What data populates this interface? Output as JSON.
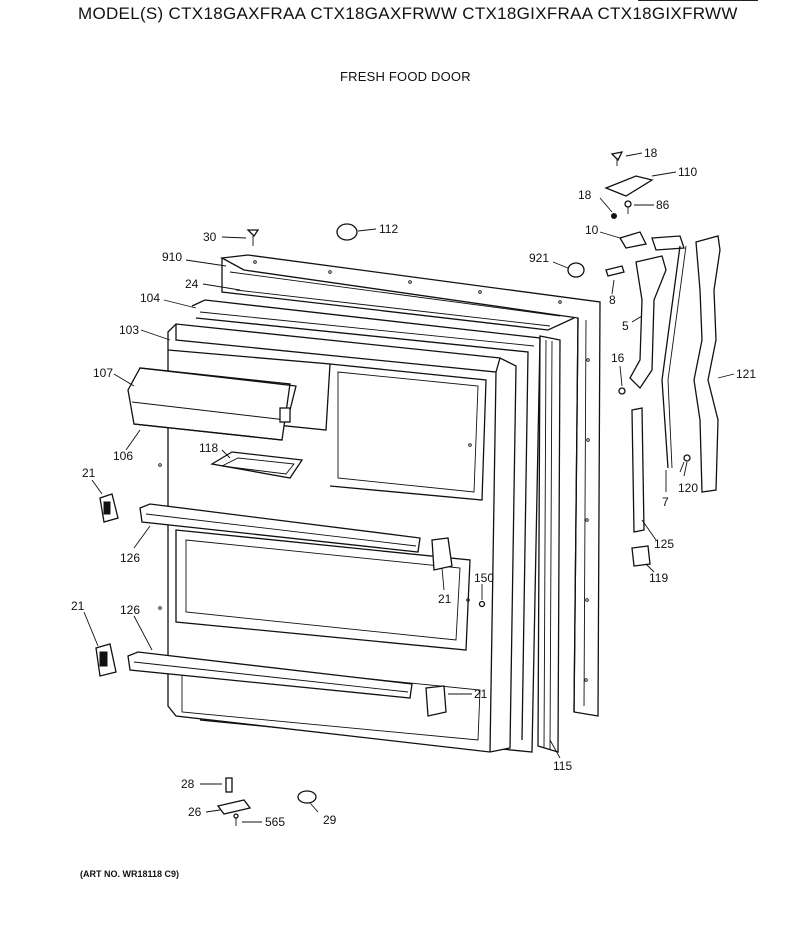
{
  "header": {
    "models": "MODEL(S) CTX18GAXFRAA  CTX18GAXFRWW  CTX18GIXFRAA  CTX18GIXFRWW",
    "section_title": "FRESH FOOD DOOR"
  },
  "footer": {
    "art_number": "(ART NO. WR18118 C9)"
  },
  "parts": [
    {
      "id": "18a",
      "label": "18"
    },
    {
      "id": "110",
      "label": "110"
    },
    {
      "id": "18b",
      "label": "18"
    },
    {
      "id": "86",
      "label": "86"
    },
    {
      "id": "30",
      "label": "30"
    },
    {
      "id": "112",
      "label": "112"
    },
    {
      "id": "10",
      "label": "10"
    },
    {
      "id": "910",
      "label": "910"
    },
    {
      "id": "921",
      "label": "921"
    },
    {
      "id": "24",
      "label": "24"
    },
    {
      "id": "8",
      "label": "8"
    },
    {
      "id": "104",
      "label": "104"
    },
    {
      "id": "5",
      "label": "5"
    },
    {
      "id": "103",
      "label": "103"
    },
    {
      "id": "121",
      "label": "121"
    },
    {
      "id": "16",
      "label": "16"
    },
    {
      "id": "107",
      "label": "107"
    },
    {
      "id": "118",
      "label": "118"
    },
    {
      "id": "106",
      "label": "106"
    },
    {
      "id": "21a",
      "label": "21"
    },
    {
      "id": "120",
      "label": "120"
    },
    {
      "id": "7",
      "label": "7"
    },
    {
      "id": "126a",
      "label": "126"
    },
    {
      "id": "125",
      "label": "125"
    },
    {
      "id": "119",
      "label": "119"
    },
    {
      "id": "150",
      "label": "150"
    },
    {
      "id": "21b",
      "label": "21"
    },
    {
      "id": "21c",
      "label": "21"
    },
    {
      "id": "126b",
      "label": "126"
    },
    {
      "id": "21d",
      "label": "21"
    },
    {
      "id": "115",
      "label": "115"
    },
    {
      "id": "28",
      "label": "28"
    },
    {
      "id": "26",
      "label": "26"
    },
    {
      "id": "565",
      "label": "565"
    },
    {
      "id": "29",
      "label": "29"
    }
  ]
}
